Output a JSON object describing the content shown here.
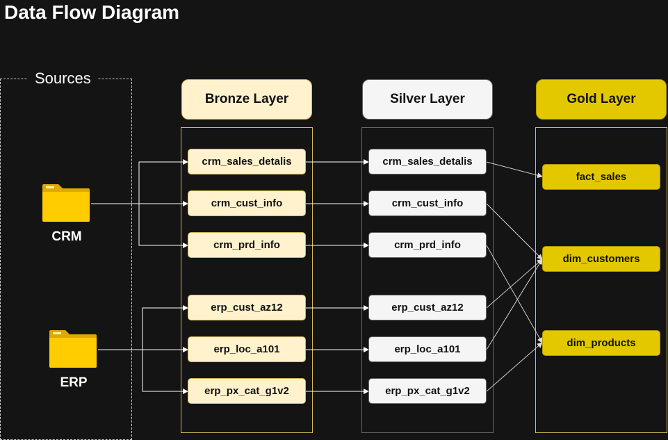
{
  "title": "Data Flow Diagram",
  "sources": {
    "label": "Sources",
    "crm": "CRM",
    "erp": "ERP"
  },
  "layers": {
    "bronze": "Bronze Layer",
    "silver": "Silver Layer",
    "gold": "Gold Layer"
  },
  "bronze_nodes": [
    "crm_sales_detalis",
    "crm_cust_info",
    "crm_prd_info",
    "erp_cust_az12",
    "erp_loc_a101",
    "erp_px_cat_g1v2"
  ],
  "silver_nodes": [
    "crm_sales_detalis",
    "crm_cust_info",
    "crm_prd_info",
    "erp_cust_az12",
    "erp_loc_a101",
    "erp_px_cat_g1v2"
  ],
  "gold_nodes": [
    "fact_sales",
    "dim_customers",
    "dim_products"
  ],
  "colors": {
    "bronze": "#fff2cc",
    "silver": "#f5f5f5",
    "gold": "#e3c800",
    "folder": "#ffcc00"
  }
}
